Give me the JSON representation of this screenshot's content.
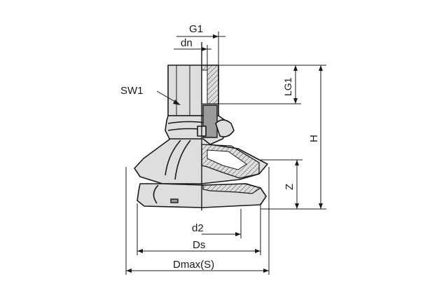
{
  "labels": {
    "g1": "G1",
    "dn": "dn",
    "sw1": "SW1",
    "lg1": "LG1",
    "h": "H",
    "z": "Z",
    "d2": "d2",
    "ds": "Ds",
    "dmax": "Dmax(S)"
  },
  "colors": {
    "body_fill": "#dedede",
    "line": "#1a1a1a",
    "background": "#ffffff"
  }
}
